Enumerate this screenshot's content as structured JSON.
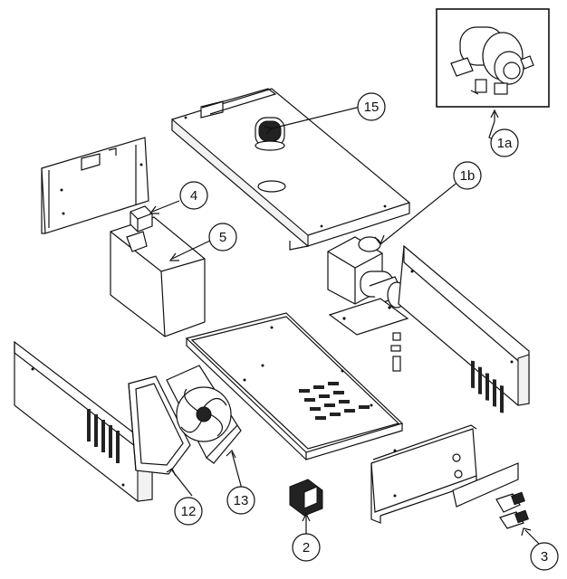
{
  "callouts": {
    "c1a": "1a",
    "c1b": "1b",
    "c2": "2",
    "c3": "3",
    "c4": "4",
    "c5": "5",
    "c12": "12",
    "c13": "13",
    "c15": "15"
  }
}
